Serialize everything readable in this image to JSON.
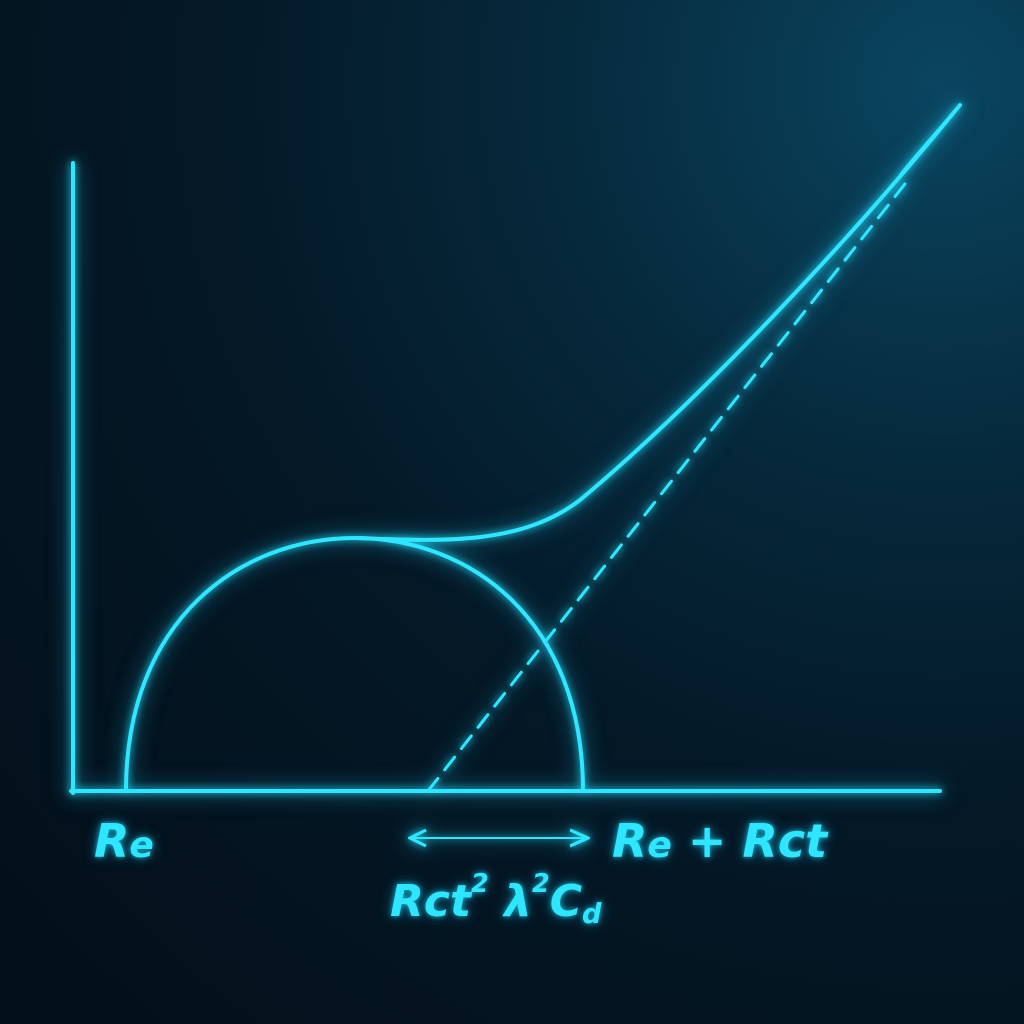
{
  "colors": {
    "line": "#2ee6ff",
    "background": "#041826"
  },
  "labels": {
    "re": {
      "main": "R",
      "sub": "e"
    },
    "re_plus_rct": {
      "text": "R",
      "sub_e": "e",
      "plus": " + ",
      "rct": "Rct"
    },
    "warburg_term": {
      "rct": "Rct",
      "rct_exp": "2",
      "lambda": "λ",
      "lambda_exp": "2",
      "c": "C",
      "c_sub": "d"
    }
  }
}
